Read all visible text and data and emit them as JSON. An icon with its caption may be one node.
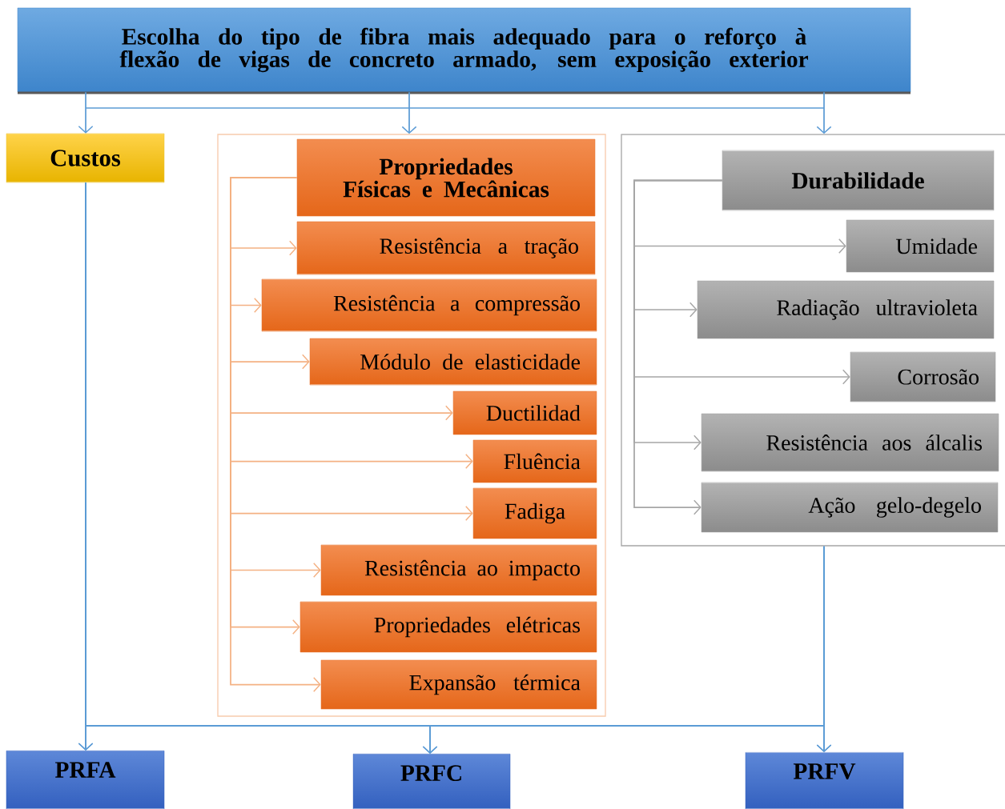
{
  "diagram": {
    "nodes": [
      {
        "text": [
          "Escolha do tipo de fibra mais adequado para o reforço à flexão de vigas de concreto armado, sem exposição exterior"
        ]
      },
      {
        "text": [
          "Custos"
        ]
      },
      {
        "text": [],
        "shape": "box"
      },
      {
        "text": [
          "Propriedades Físicas e Mecânicas"
        ],
        "in": 2
      },
      {
        "text": [
          "Resistência a tração"
        ],
        "in": 2
      },
      {
        "text": [
          "Resistência a compressão"
        ],
        "in": 2
      },
      {
        "text": [
          "Módulo de elasticidade"
        ],
        "in": 2
      },
      {
        "text": [
          "Ductilidad"
        ],
        "in": 2
      },
      {
        "text": [
          "Fluência"
        ],
        "in": 2
      },
      {
        "text": [
          "Fadiga"
        ],
        "in": 2
      },
      {
        "text": [
          "Resistência ao impacto"
        ],
        "in": 2
      },
      {
        "text": [
          "Propriedades elétricas"
        ],
        "in": 2
      },
      {
        "text": [
          "Expansão térmica"
        ],
        "in": 2
      },
      {
        "text": [],
        "shape": "box"
      },
      {
        "text": [
          "Durabilidade"
        ],
        "in": 13
      },
      {
        "text": [
          "Umidade"
        ],
        "in": 13
      },
      {
        "text": [
          "Radiação ultravioleta"
        ],
        "in": 13
      },
      {
        "text": [
          "Corrosão"
        ],
        "in": 13
      },
      {
        "text": [
          "Resistência aos álcalis"
        ],
        "in": 13
      },
      {
        "text": [
          "Ação gelo-degelo"
        ],
        "in": 13
      },
      {
        "text": [
          "PRFA"
        ]
      },
      {
        "text": [
          "PRFC"
        ]
      },
      {
        "text": [
          "PRFV"
        ]
      }
    ],
    "edges": [
      {
        "from": 0,
        "to": 1,
        "arrow": "to"
      },
      {
        "from": 0,
        "to": 2,
        "arrow": "to"
      },
      {
        "from": 0,
        "to": 13,
        "arrow": "to"
      },
      {
        "from": 3,
        "to": 4,
        "arrow": "to",
        "color": "#f4b183"
      },
      {
        "from": 3,
        "to": 5,
        "arrow": "to",
        "color": "#f4b183"
      },
      {
        "from": 3,
        "to": 6,
        "arrow": "to",
        "color": "#f4b183"
      },
      {
        "from": 3,
        "to": 7,
        "arrow": "to",
        "color": "#f4b183"
      },
      {
        "from": 3,
        "to": 8,
        "arrow": "to",
        "color": "#f4b183"
      },
      {
        "from": 3,
        "to": 9,
        "arrow": "to",
        "color": "#f4b183"
      },
      {
        "from": 3,
        "to": 10,
        "arrow": "to",
        "color": "#f4b183"
      },
      {
        "from": 3,
        "to": 11,
        "arrow": "to",
        "color": "#f4b183"
      },
      {
        "from": 3,
        "to": 12,
        "arrow": "to",
        "color": "#f4b183"
      },
      {
        "from": 14,
        "to": 15,
        "arrow": "to",
        "color": "#a6a6a6"
      },
      {
        "from": 14,
        "to": 16,
        "arrow": "to",
        "color": "#a6a6a6"
      },
      {
        "from": 14,
        "to": 17,
        "arrow": "to",
        "color": "#a6a6a6"
      },
      {
        "from": 14,
        "to": 18,
        "arrow": "to",
        "color": "#a6a6a6"
      },
      {
        "from": 14,
        "to": 19,
        "arrow": "to",
        "color": "#a6a6a6"
      },
      {
        "from": 1,
        "to": 20,
        "arrow": "to"
      },
      {
        "from": 1,
        "to": 21,
        "arrow": "to"
      },
      {
        "from": 1,
        "to": 22,
        "arrow": "to"
      },
      {
        "from": 13,
        "to": 20,
        "arrow": "to"
      },
      {
        "from": 13,
        "to": 21,
        "arrow": "to"
      },
      {
        "from": 13,
        "to": 22,
        "arrow": "to"
      }
    ]
  }
}
